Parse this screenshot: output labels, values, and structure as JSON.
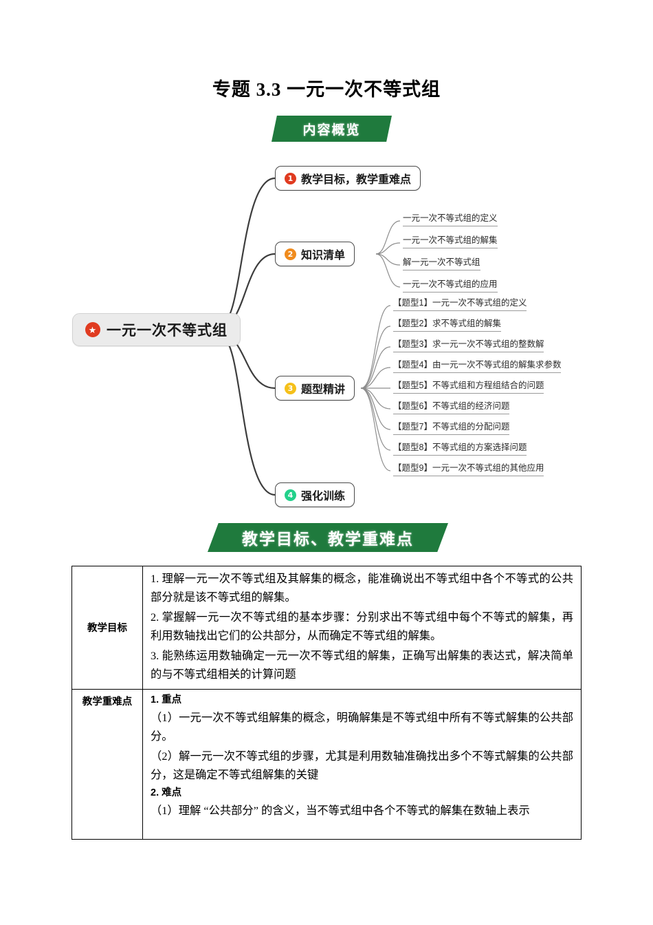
{
  "document": {
    "title": "专题 3.3  一元一次不等式组"
  },
  "banners": {
    "overview": "内容概览",
    "objectives": "教学目标、教学重难点"
  },
  "mindmap": {
    "root": {
      "label": "一元一次不等式组",
      "icon": "star-icon",
      "icon_color": "#e03b20"
    },
    "branches": [
      {
        "num": "1",
        "label": "教学目标，教学重难点",
        "color": "#e03b20",
        "children": []
      },
      {
        "num": "2",
        "label": "知识清单",
        "color": "#f08b1d",
        "children": [
          "一元一次不等式组的定义",
          "一元一次不等式组的解集",
          "解一元一次不等式组",
          "一元一次不等式组的应用"
        ]
      },
      {
        "num": "3",
        "label": "题型精讲",
        "color": "#f5c01a",
        "children": [
          "【题型1】一元一次不等式组的定义",
          "【题型2】求不等式组的解集",
          "【题型3】求一元一次不等式组的整数解",
          "【题型4】由一元一次不等式组的解集求参数",
          "【题型5】不等式组和方程组结合的问题",
          "【题型6】不等式组的经济问题",
          "【题型7】不等式组的分配问题",
          "【题型8】不等式组的方案选择问题",
          "【题型9】一元一次不等式组的其他应用"
        ]
      },
      {
        "num": "4",
        "label": "强化训练",
        "color": "#23d18b",
        "children": []
      }
    ]
  },
  "table": {
    "rows": [
      {
        "label": "教学目标",
        "paragraphs": [
          {
            "bold": false,
            "text": "1. 理解一元一次不等式组及其解集的概念，能准确说出不等式组中各个不等式的公共部分就是该不等式组的解集。"
          },
          {
            "bold": false,
            "text": "2. 掌握解一元一次不等式组的基本步骤：分别求出不等式组中每个不等式的解集，再利用数轴找出它们的公共部分，从而确定不等式组的解集。"
          },
          {
            "bold": false,
            "text": "3. 能熟练运用数轴确定一元一次不等式组的解集，正确写出解集的表达式，解决简单的与不等式组相关的计算问题"
          }
        ]
      },
      {
        "label": "教学重难点",
        "paragraphs": [
          {
            "bold": true,
            "text": "1. 重点"
          },
          {
            "bold": false,
            "text": "（1）一元一次不等式组解集的概念，明确解集是不等式组中所有不等式解集的公共部分。"
          },
          {
            "bold": false,
            "text": "（2）解一元一次不等式组的步骤，尤其是利用数轴准确找出多个不等式解集的公共部分，这是确定不等式组解集的关键"
          },
          {
            "bold": true,
            "text": "2. 难点"
          },
          {
            "bold": false,
            "text": "（1）理解 “公共部分” 的含义，当不等式组中各个不等式的解集在数轴上表示"
          }
        ]
      }
    ]
  }
}
